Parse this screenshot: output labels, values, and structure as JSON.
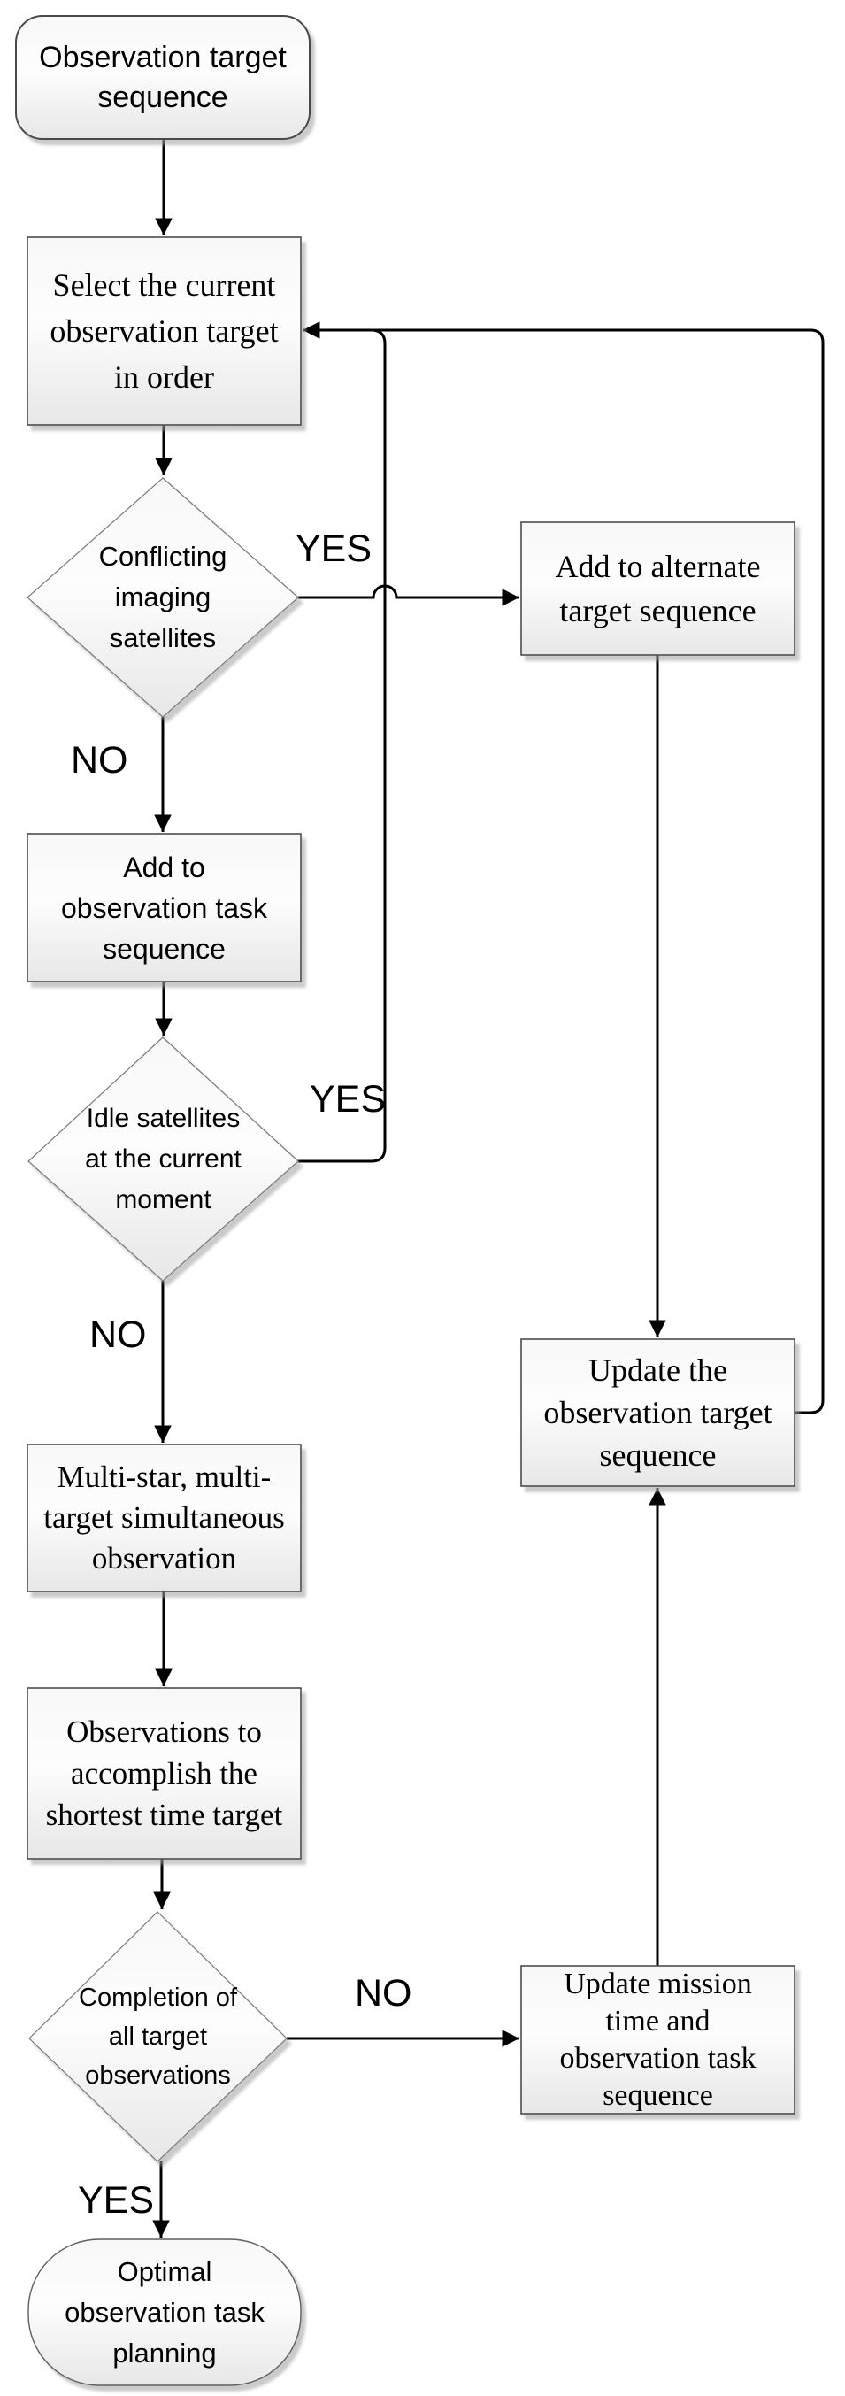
{
  "nodes": {
    "start": {
      "type": "terminator",
      "lines": [
        "Observation target",
        "sequence"
      ]
    },
    "select": {
      "type": "process",
      "lines": [
        "Select the current",
        "observation target",
        "in order"
      ]
    },
    "conflict": {
      "type": "decision",
      "lines": [
        "Conflicting",
        "imaging",
        "satellites"
      ]
    },
    "alternate": {
      "type": "process",
      "lines": [
        "Add to alternate",
        "target sequence"
      ]
    },
    "addtask": {
      "type": "process",
      "lines": [
        "Add to",
        "observation task",
        "sequence"
      ]
    },
    "idle": {
      "type": "decision",
      "lines": [
        "Idle satellites",
        "at the current",
        "moment"
      ]
    },
    "update_target": {
      "type": "process",
      "lines": [
        "Update the",
        "observation target",
        "sequence"
      ]
    },
    "multistar": {
      "type": "process",
      "lines": [
        "Multi-star, multi-",
        "target simultaneous",
        "observation"
      ]
    },
    "shortest": {
      "type": "process",
      "lines": [
        "Observations to",
        "accomplish the",
        "shortest time target"
      ]
    },
    "completion": {
      "type": "decision",
      "lines": [
        "Completion of",
        "all target",
        "observations"
      ]
    },
    "update_mission": {
      "type": "process",
      "lines": [
        "Update mission",
        "time and",
        "observation task",
        "sequence"
      ]
    },
    "end": {
      "type": "terminator",
      "lines": [
        "Optimal",
        "observation task",
        "planning"
      ]
    }
  },
  "edge_labels": {
    "conflict_yes": "YES",
    "conflict_no": "NO",
    "idle_yes": "YES",
    "idle_no": "NO",
    "completion_no": "NO",
    "completion_yes": "YES"
  },
  "colors": {
    "line": "#000000",
    "process_border": "#4d4d4d",
    "decision_border": "#7a7a7a",
    "terminator_border": "#5f5f5f",
    "fill_top": "#f8f8f8",
    "fill_bottom": "#e7e7e7",
    "shadow": "#9e9e9e",
    "text": "#000000",
    "background": "#ffffff"
  }
}
